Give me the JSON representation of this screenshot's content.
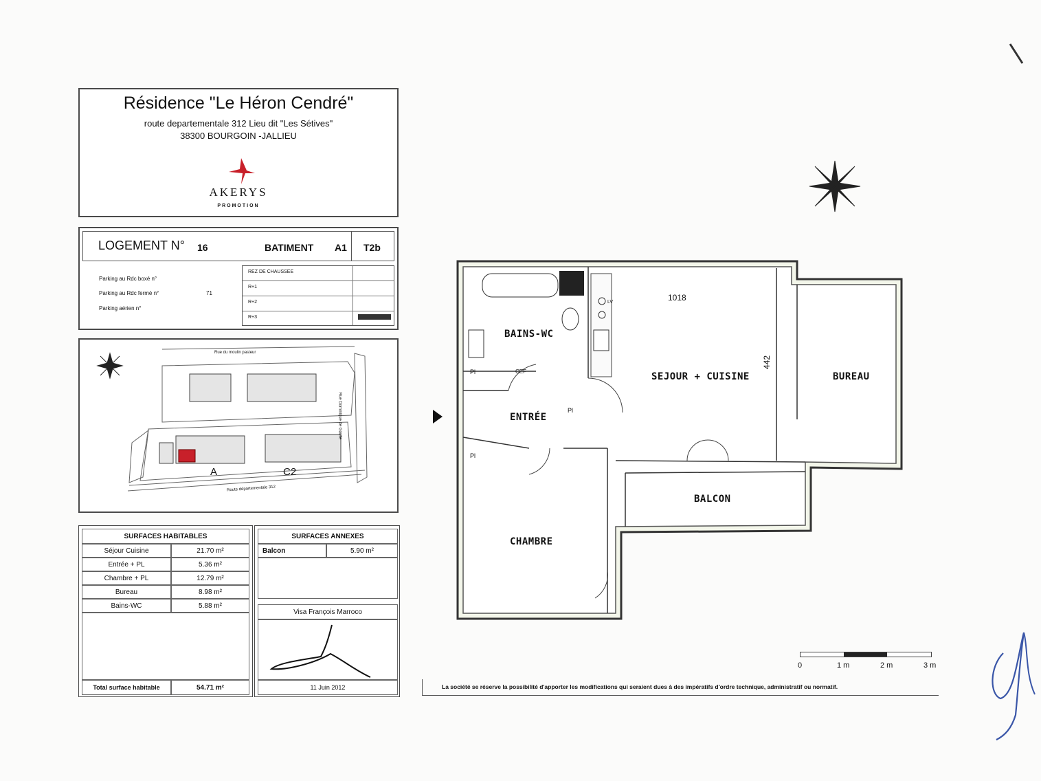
{
  "header": {
    "title": "Résidence \"Le Héron Cendré\"",
    "address_line1": "route departementale 312 Lieu dit \"Les Sétives\"",
    "address_line2": "38300 BOURGOIN -JALLIEU",
    "brand": "AKERYS",
    "brand_sub": "PROMOTION",
    "brand_color": "#c8202a"
  },
  "logement": {
    "label": "LOGEMENT N°",
    "number": "16",
    "batiment_label": "BATIMENT",
    "batiment": "A1",
    "type": "T2b"
  },
  "parking": {
    "rows": [
      {
        "label": "Parking au Rdc boxé n°",
        "value": ""
      },
      {
        "label": "Parking au Rdc fermé n°",
        "value": "71"
      },
      {
        "label": "Parking aérien n°",
        "value": ""
      }
    ],
    "levels": [
      "REZ DE CHAUSSEE",
      "R+1",
      "R+2",
      "R+3"
    ]
  },
  "site_plan": {
    "labels": [
      "A",
      "C2"
    ],
    "road_top": "Rue du moulin pasteur",
    "road_bottom": "Route départementale 312",
    "road_right": "Rue Dominique de Gaulle"
  },
  "surfaces_habitables": {
    "title": "SURFACES HABITABLES",
    "rows": [
      {
        "name": "Séjour Cuisine",
        "value": "21.70 m²"
      },
      {
        "name": "Entrée + PL",
        "value": "5.36 m²"
      },
      {
        "name": "Chambre + PL",
        "value": "12.79 m²"
      },
      {
        "name": "Bureau",
        "value": "8.98 m²"
      },
      {
        "name": "Bains-WC",
        "value": "5.88 m²"
      }
    ],
    "total_label": "Total surface habitable",
    "total_value": "54.71 m²"
  },
  "surfaces_annexes": {
    "title": "SURFACES ANNEXES",
    "rows": [
      {
        "name": "Balcon",
        "value": "5.90 m²"
      }
    ]
  },
  "visa": {
    "label": "Visa François Marroco",
    "date": "11 Juin 2012"
  },
  "plan": {
    "rooms": {
      "bains": "BAINS-WC",
      "sejour": "SEJOUR + CUISINE",
      "bureau": "BUREAU",
      "entree": "ENTRÉE",
      "balcon": "BALCON",
      "chambre": "CHAMBRE"
    },
    "dim_width": "1018",
    "dim_height": "442",
    "pl": "Pl",
    "cef": "CEF",
    "lv": "LV",
    "wall_color": "#c9d8a6"
  },
  "scale": {
    "ticks": [
      "0",
      "1 m",
      "2 m",
      "3 m"
    ]
  },
  "disclaimer": "La société se réserve la possibilité d'apporter les modifications qui seraient dues à des impératifs d'ordre technique, administratif ou normatif."
}
